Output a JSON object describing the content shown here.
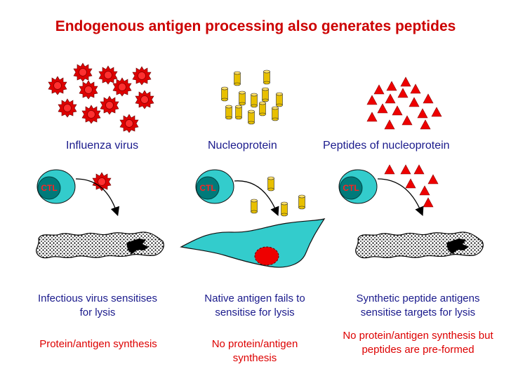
{
  "title": "Endogenous antigen processing also generates peptides",
  "labels": {
    "virus": "Influenza virus",
    "nucleoprotein": "Nucleoprotein",
    "peptides": "Peptides of nucleoprotein"
  },
  "ctl_label": "CTL",
  "columns": [
    {
      "result": "Infectious virus sensitises for lysis",
      "synthesis": "Protein/antigen synthesis"
    },
    {
      "result": "Native antigen fails to sensitise for lysis",
      "synthesis": "No protein/antigen synthesis"
    },
    {
      "result": "Synthetic peptide antigens sensitise targets for lysis",
      "synthesis": "No protein/antigen synthesis but peptides are pre-formed"
    }
  ],
  "colors": {
    "title": "#cc0000",
    "text": "#1a1a8c",
    "ctl_cell": "#33cccc",
    "virus": "#dd0000",
    "nucleoprotein": "#e8c000",
    "peptide": "#ee0000"
  }
}
